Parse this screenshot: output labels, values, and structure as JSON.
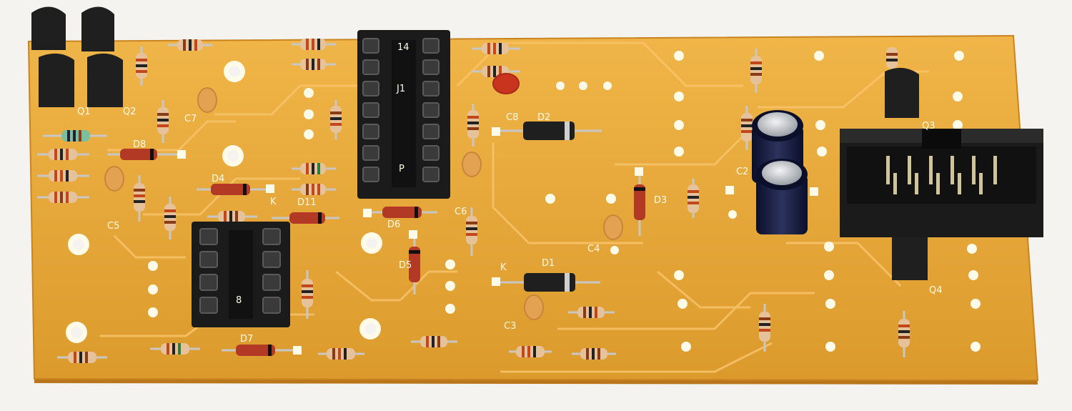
{
  "silkscreen": {
    "j1": "J1",
    "d1": "D1",
    "d2": "D2",
    "d3": "D3",
    "d4": "D4",
    "d5": "D5",
    "d6": "D6",
    "d7": "D7",
    "d8": "D8",
    "d11": "D11",
    "c2": "C2",
    "c3": "C3",
    "c4": "C4",
    "c5": "C5",
    "c6": "C6",
    "c7": "C7",
    "c8": "C8",
    "q1": "Q1",
    "q2": "Q2",
    "q3": "Q3",
    "q4": "Q4",
    "k_a": "K",
    "k_b": "K",
    "pin14": "14",
    "pin8": "8",
    "p": "P"
  },
  "colors": {
    "board": "#e9a93a",
    "board_edge": "#c98420",
    "trace": "#f6b957",
    "silk": "#fffbe8",
    "pad": "#f7f0dd",
    "component_body": "#1b1b1c",
    "resistor_body": "#e6c29b"
  }
}
